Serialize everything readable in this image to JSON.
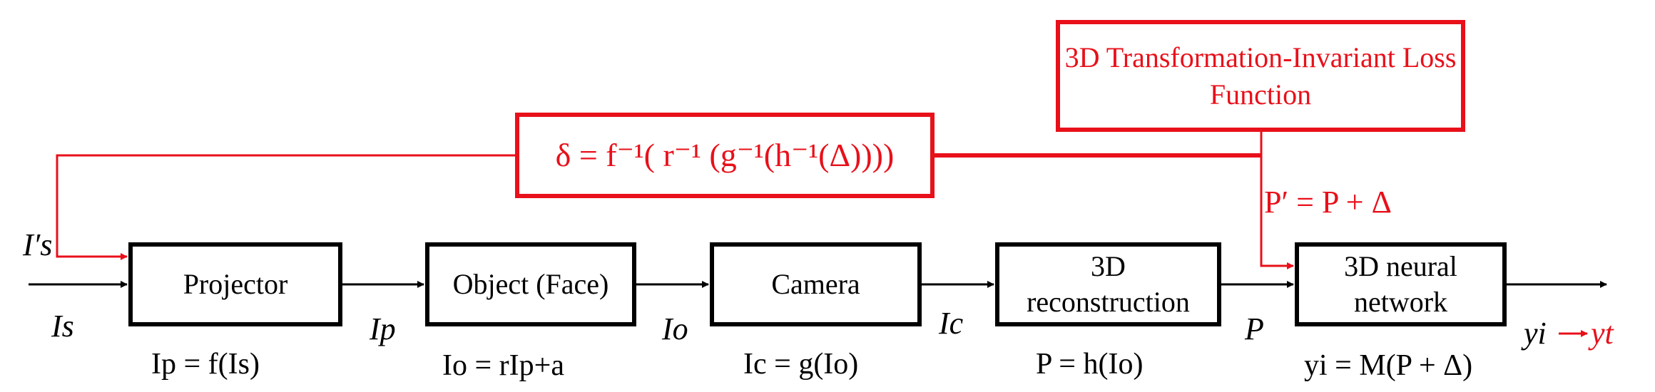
{
  "blocks": {
    "projector": "Projector",
    "object": "Object (Face)",
    "camera": "Camera",
    "reconstruction": "3D reconstruction",
    "network": "3D neural network"
  },
  "loss_box": "3D Transformation-Invariant Loss Function",
  "delta_eq": "δ = f⁻¹( r⁻¹ (g⁻¹(h⁻¹(Δ))))",
  "perturbed_eq": "P′ = P + Δ",
  "signals": {
    "is_prime": "I′s",
    "is": "Is",
    "ip": "Ip",
    "io": "Io",
    "ic": "Ic",
    "p": "P",
    "yi": "yi",
    "yt": "yt"
  },
  "equations": {
    "projector": "Ip = f(Is)",
    "object": "Io = rIp+a",
    "camera": "Ic = g(Io)",
    "reconstruction": "P = h(Io)",
    "network": "yi = M(P + Δ)"
  },
  "colors": {
    "red": "#e8101a",
    "black": "#000000"
  }
}
